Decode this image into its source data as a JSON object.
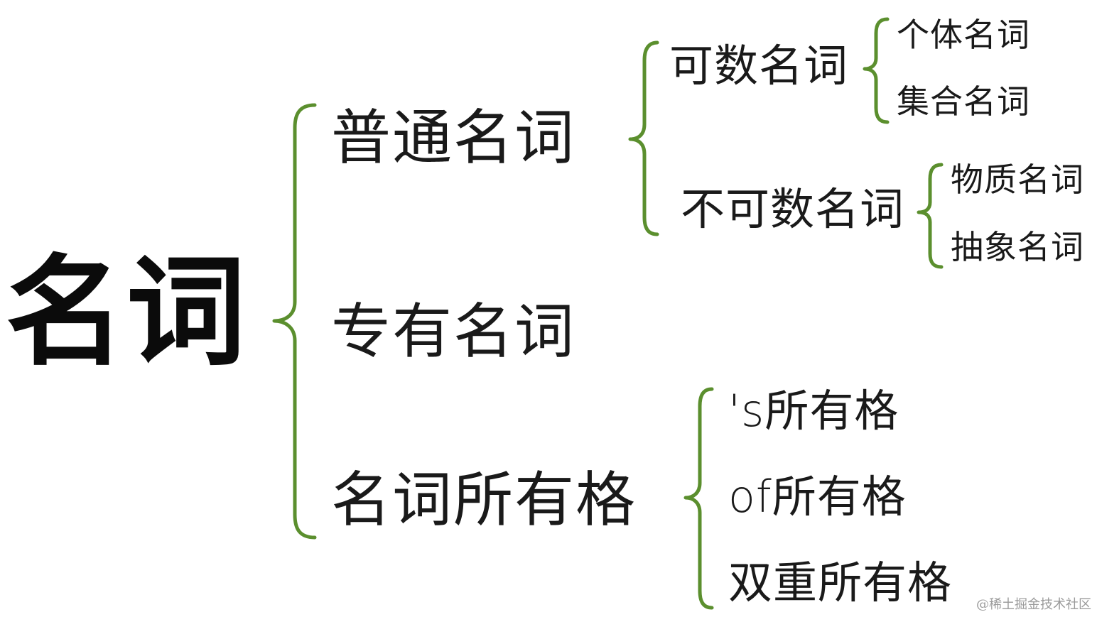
{
  "diagram": {
    "root": "名词",
    "level1": {
      "common": "普通名词",
      "proper": "专有名词",
      "possessive": "名词所有格"
    },
    "common_children": {
      "countable": "可数名词",
      "uncountable": "不可数名词"
    },
    "countable_children": [
      "个体名词",
      "集合名词"
    ],
    "uncountable_children": [
      "物质名词",
      "抽象名词"
    ],
    "possessive_children": [
      "'s所有格",
      "of所有格",
      "双重所有格"
    ],
    "bracket_color": "#5b8f2e"
  },
  "watermark": "@稀土掘金技术社区"
}
